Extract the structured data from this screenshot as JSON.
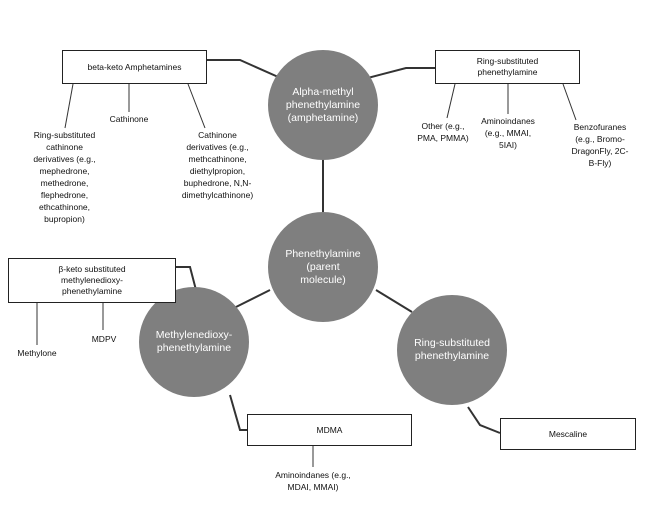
{
  "colors": {
    "circle_fill": "#7f7f7f",
    "circle_text": "#ffffff",
    "line": "#333333"
  },
  "circles": {
    "center": "Phenethylamine\n(parent\nmolecule)",
    "top": "Alpha-methyl\nphenethylamine\n(amphetamine)",
    "left": "Methylenedioxy-\nphenethylamine",
    "right": "Ring-substituted\nphenethylamine"
  },
  "boxes": {
    "beta_keto": "beta-keto Amphetamines",
    "ring_sub_top": "Ring-substituted\nphenethylamine",
    "beta_keto_md": "β-keto substituted\nmethylenedioxy-\nphenethylamine",
    "mdma": "MDMA",
    "mescaline": "Mescaline"
  },
  "labels": {
    "ring_cathinone": "Ring-substituted\ncathinone\nderivatives (e.g.,\nmephedrone,\nmethedrone,\nflephedrone,\nethcathinone,\nbupropion)",
    "cathinone": "Cathinone",
    "cathinone_deriv": "Cathinone\nderivatives (e.g.,\nmethcathinone,\ndiethylpropion,\nbuphedrone, N,N-\ndimethylcathinone)",
    "other": "Other (e.g.,\nPMA, PMMA)",
    "aminoindanes_top": "Aminoindanes\n(e.g., MMAI,\n5IAI)",
    "benzofuranes": "Benzofuranes\n(e.g., Bromo-\nDragonFly, 2C-\nB-Fly)",
    "methylone": "Methylone",
    "mdpv": "MDPV",
    "aminoindanes_bottom": "Aminoindanes (e.g.,\nMDAI, MMAI)"
  }
}
